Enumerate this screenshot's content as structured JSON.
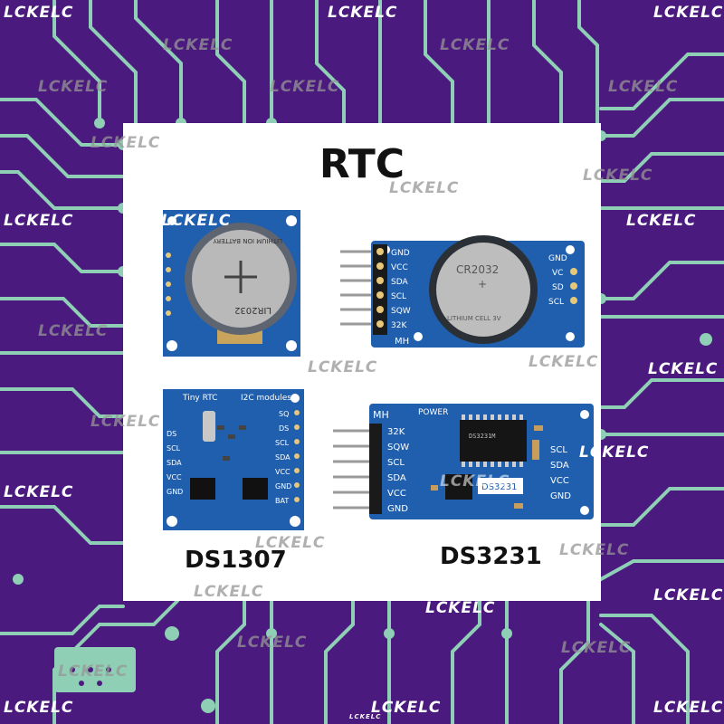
{
  "colors": {
    "background": "#4b1a7e",
    "traces": "#8ecfb6",
    "panel": "#ffffff",
    "pcb_blue": "#1f5fae",
    "battery": "#b9b9b9"
  },
  "panel": {
    "title": "RTC",
    "left_label": "DS1307",
    "right_label": "DS3231"
  },
  "modules": {
    "tiny_battery_text": "LIR2032",
    "tiny_battery_sub": "LITHIUM ION BATTERY",
    "tiny_rtc_header": "Tiny RTC",
    "tiny_rtc_subheader": "I2C modules",
    "tiny_rtc_pins": [
      "DS",
      "SCL",
      "SDA",
      "VCC",
      "GND"
    ],
    "tiny_rtc_pins_right": [
      "SQ",
      "DS",
      "SCL",
      "SDA",
      "VCC",
      "GND",
      "BAT"
    ],
    "ds3231_top_pins": [
      "GND",
      "VCC",
      "SDA",
      "SCL",
      "SQW",
      "32K"
    ],
    "ds3231_right_pins_top": [
      "GND",
      "VC",
      "SD",
      "SCL"
    ],
    "ds3231_battery": "CR2032",
    "ds3231_battery_sub": "LITHIUM CELL 3V",
    "ds3231_mh": "MH",
    "ds3231_mh_bottom": "MH",
    "ds3231_power": "POWER",
    "ds3231_left_pins": [
      "32K",
      "SQW",
      "SCL",
      "SDA",
      "VCC",
      "GND"
    ],
    "ds3231_right_pins": [
      "SCL",
      "SDA",
      "VCC",
      "GND"
    ],
    "ds3231_chip_label": "DS3231",
    "ds3231_chip_text": "DS3231M"
  },
  "watermark": {
    "text": "LCKELC"
  }
}
